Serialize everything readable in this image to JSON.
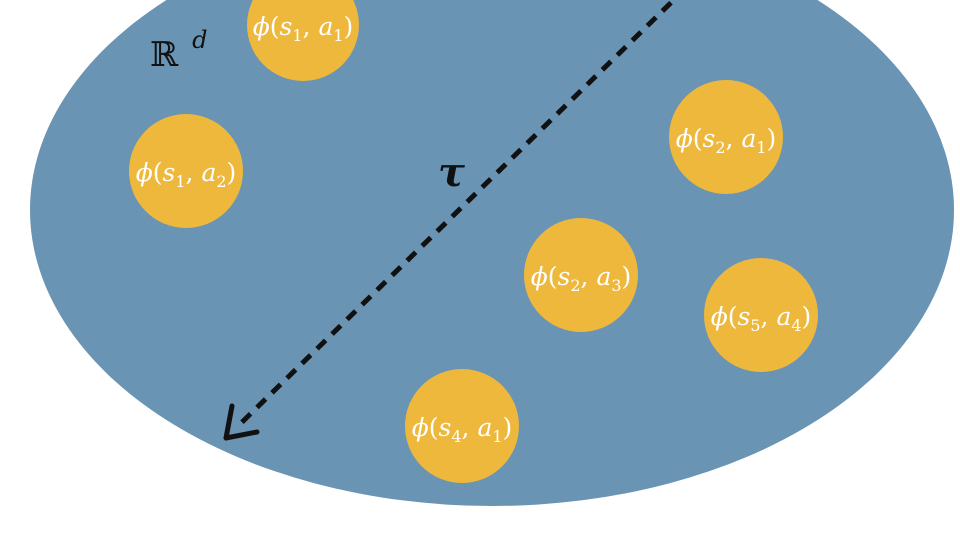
{
  "space": {
    "symbol": "ℝ",
    "exponent": "d"
  },
  "tau": {
    "label": "τ"
  },
  "embeddings": [
    {
      "func": "ϕ",
      "state": "s",
      "state_index": "1",
      "action": "a",
      "action_index": "1"
    },
    {
      "func": "ϕ",
      "state": "s",
      "state_index": "1",
      "action": "a",
      "action_index": "2"
    },
    {
      "func": "ϕ",
      "state": "s",
      "state_index": "2",
      "action": "a",
      "action_index": "1"
    },
    {
      "func": "ϕ",
      "state": "s",
      "state_index": "2",
      "action": "a",
      "action_index": "3"
    },
    {
      "func": "ϕ",
      "state": "s",
      "state_index": "5",
      "action": "a",
      "action_index": "4"
    },
    {
      "func": "ϕ",
      "state": "s",
      "state_index": "4",
      "action": "a",
      "action_index": "1"
    }
  ],
  "colors": {
    "space_fill": "#6590b1",
    "node_fill": "#eeb83d",
    "node_text": "#ffffff",
    "arrow": "#111111"
  }
}
